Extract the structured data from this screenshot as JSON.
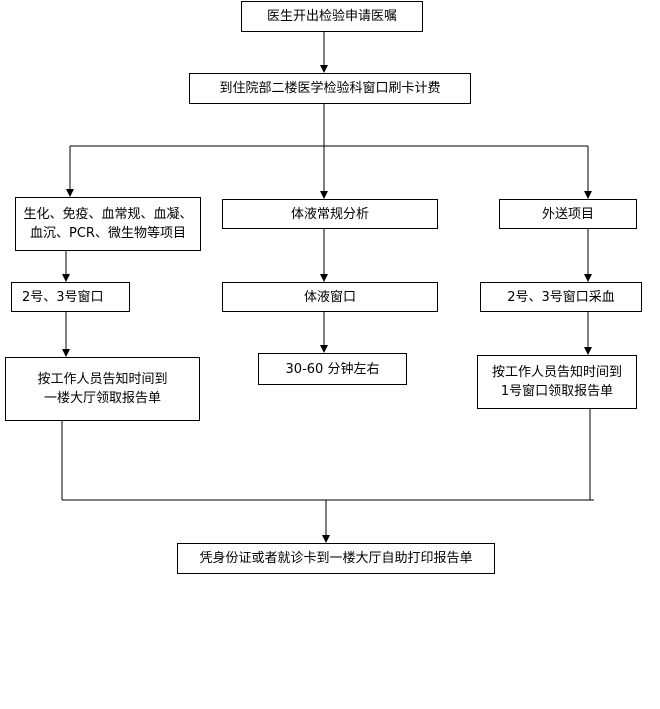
{
  "flowchart": {
    "start": "医生开出检验申请医嘱",
    "payment": "到住院部二楼医学检验科窗口刷卡计费",
    "branches": [
      {
        "category": [
          "生化、免疫、血常规、血凝、",
          "血沉、PCR、微生物等项目"
        ],
        "window": "2号、3号窗口",
        "result": [
          "按工作人员告知时间到",
          "一楼大厅领取报告单"
        ]
      },
      {
        "category": [
          "体液常规分析"
        ],
        "window": "体液窗口",
        "result": [
          "30-60 分钟左右"
        ]
      },
      {
        "category": [
          "外送项目"
        ],
        "window": "2号、3号窗口采血",
        "result": [
          "按工作人员告知时间到",
          "1号窗口领取报告单"
        ]
      }
    ],
    "end": "凭身份证或者就诊卡到一楼大厅自助打印报告单"
  }
}
